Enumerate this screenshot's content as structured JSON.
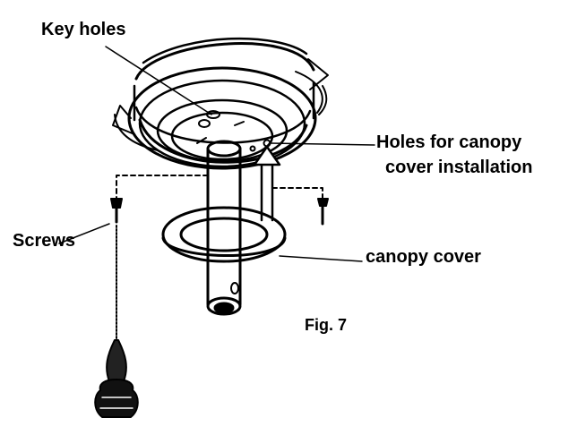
{
  "labels": {
    "key_holes": "Key holes",
    "holes_line1": "Holes for canopy",
    "holes_line2": "cover installation",
    "screws": "Screws",
    "canopy_cover": "canopy cover",
    "figure_caption": "Fig. 7"
  },
  "colors": {
    "ink": "#000000",
    "background": "#ffffff"
  }
}
